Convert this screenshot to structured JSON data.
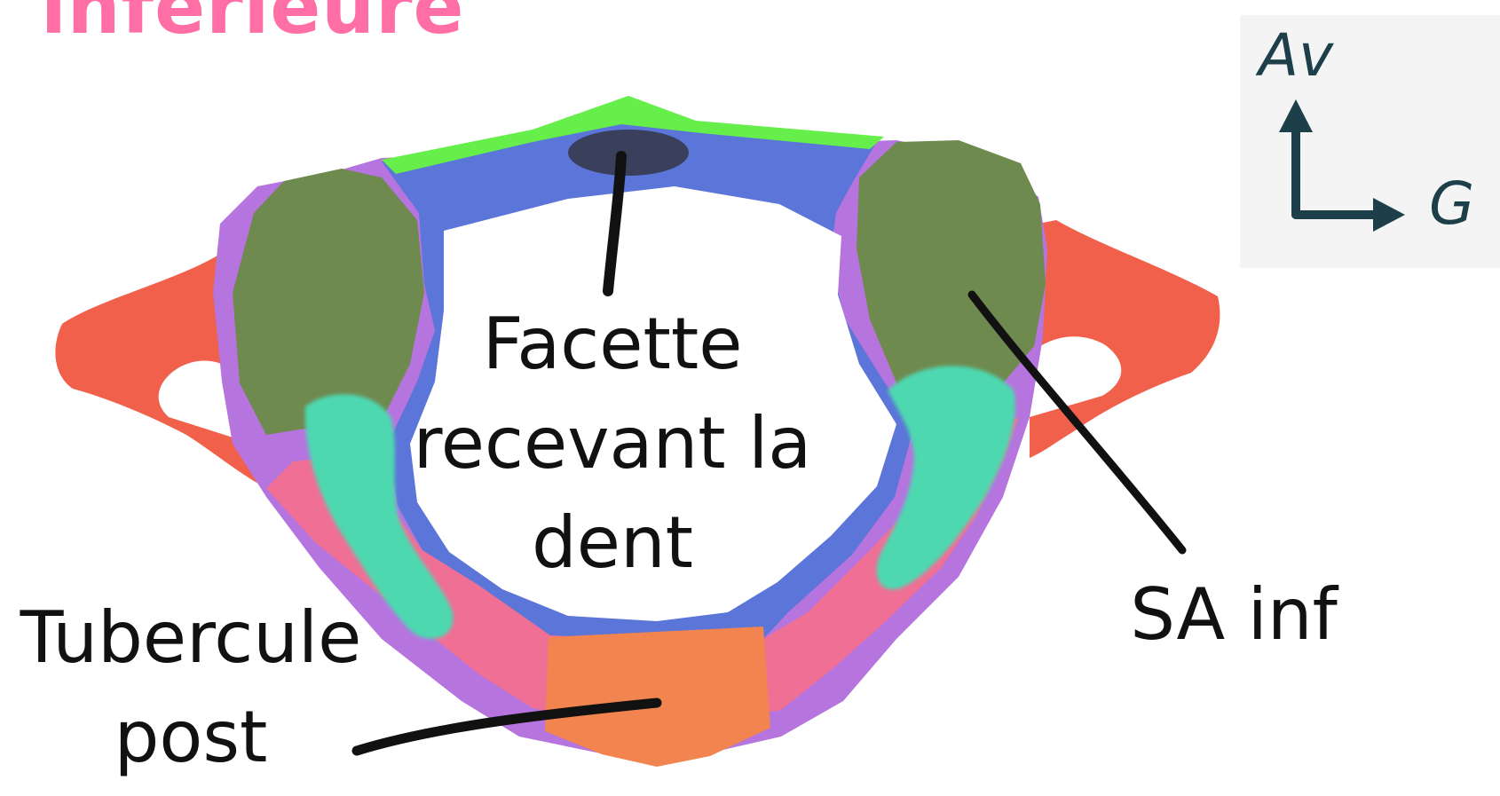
{
  "title": {
    "text": "inferieure",
    "color": "#ff6fa6"
  },
  "labels": {
    "facette": [
      "Facette",
      "recevant la",
      "dent"
    ],
    "tubercule": [
      "Tubercule",
      "post"
    ],
    "sa_inf": "SA inf"
  },
  "orientation": {
    "anterior": "Av",
    "left": "G",
    "color": "#1c3f4a"
  },
  "colors": {
    "anterior_arch": "#5b75d8",
    "anterior_tubercle_edge": "#66ee4a",
    "dens_facet": "#3a3f5c",
    "lateral_mass_edge": "#b574de",
    "superior_articular_facet": "#6f8a4f",
    "inferior_articular_facet": "#4ed8b0",
    "posterior_arch": "#f06f95",
    "posterior_tubercle": "#f2844f",
    "transverse_process": "#f0604a",
    "leader_lines": "#111111"
  }
}
